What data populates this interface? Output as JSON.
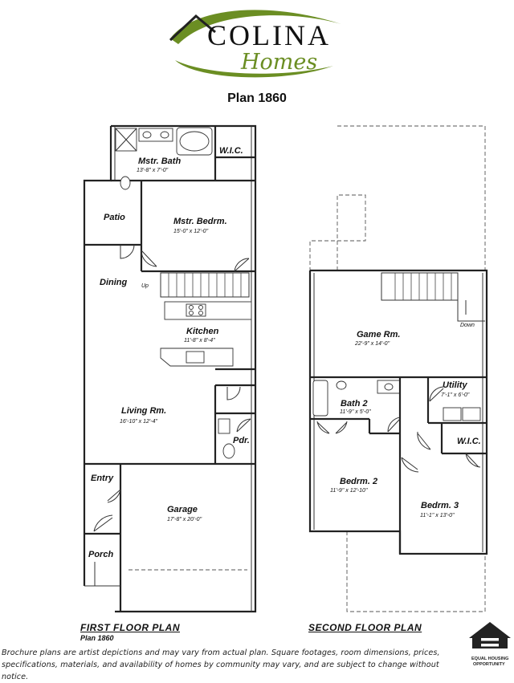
{
  "brand": {
    "name": "COLINA",
    "tagline": "Homes",
    "accent": "#6b8e23"
  },
  "plan_name": "Plan 1860",
  "first_floor": {
    "title": "FIRST FLOOR PLAN",
    "subtitle": "Plan 1860",
    "rooms": [
      {
        "name": "Mstr. Bath",
        "dims": "13'-8\" x 7'-0\""
      },
      {
        "name": "W.I.C.",
        "dims": ""
      },
      {
        "name": "Patio",
        "dims": ""
      },
      {
        "name": "Mstr. Bedrm.",
        "dims": "15'-0\" x 12'-0\""
      },
      {
        "name": "Dining",
        "dims": ""
      },
      {
        "name": "Up",
        "dims": ""
      },
      {
        "name": "Kitchen",
        "dims": "11'-8\" x 8'-4\""
      },
      {
        "name": "Living Rm.",
        "dims": "16'-10\" x 12'-4\""
      },
      {
        "name": "Pdr.",
        "dims": ""
      },
      {
        "name": "Entry",
        "dims": ""
      },
      {
        "name": "Garage",
        "dims": "17'-8\" x 20'-0\""
      },
      {
        "name": "Porch",
        "dims": ""
      }
    ]
  },
  "second_floor": {
    "title": "SECOND FLOOR PLAN",
    "rooms": [
      {
        "name": "Game Rm.",
        "dims": "22'-9\" x 14'-0\""
      },
      {
        "name": "Down",
        "dims": ""
      },
      {
        "name": "Bath 2",
        "dims": "11'-9\" x 5'-0\""
      },
      {
        "name": "Utility",
        "dims": "7'-1\" x 6'-0\""
      },
      {
        "name": "W.I.C.",
        "dims": ""
      },
      {
        "name": "Bedrm. 2",
        "dims": "11'-9\" x 12'-10\""
      },
      {
        "name": "Bedrm. 3",
        "dims": "11'-1\" x 13'-0\""
      }
    ]
  },
  "fair_housing": {
    "line1": "EQUAL HOUSING",
    "line2": "OPPORTUNITY",
    "icon": "equal-housing-icon"
  },
  "disclaimer": "Brochure plans are artist depictions and may vary from actual plan.  Square footages, room dimensions, prices, specifications, materials, and availability of homes by community may vary, and are subject to change without notice."
}
